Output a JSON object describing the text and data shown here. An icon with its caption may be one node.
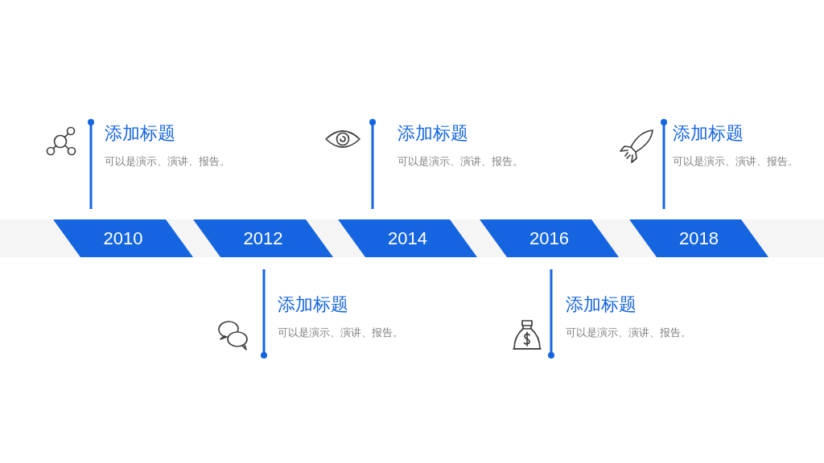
{
  "diagram": {
    "nodes": [
      {
        "text": [
          "2010"
        ]
      },
      {
        "text": [
          "2012"
        ]
      },
      {
        "text": [
          "2014"
        ]
      },
      {
        "text": [
          "2016"
        ]
      },
      {
        "text": [
          "2018"
        ]
      }
    ],
    "labels": [
      "添加标题",
      "可以是演示、演讲、报告。",
      "添加标题",
      "可以是演示、演讲、报告。",
      "添加标题",
      "可以是演示、演讲、报告。",
      "添加标题",
      "可以是演示、演讲、报告。",
      "添加标题",
      "可以是演示、演讲、报告。"
    ]
  }
}
